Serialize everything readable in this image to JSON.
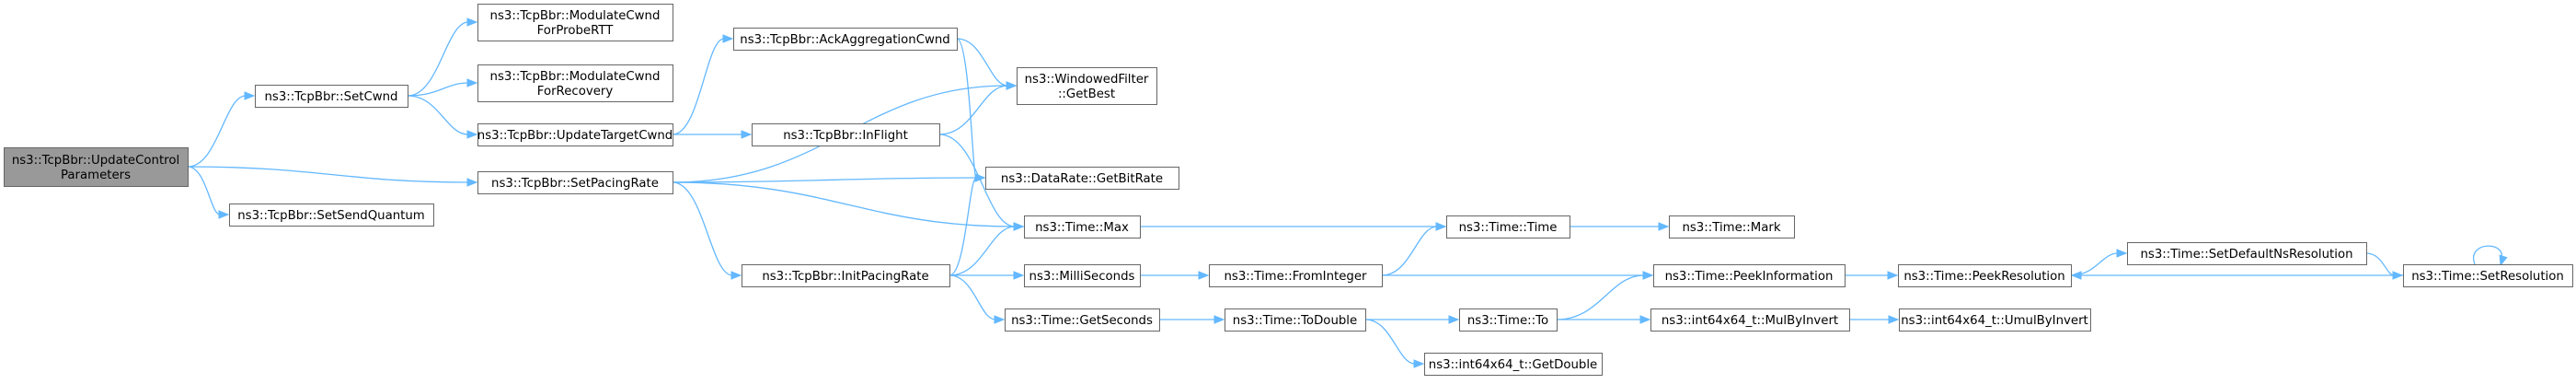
{
  "nodes": [
    {
      "id": "root",
      "lines": [
        "ns3::TcpBbr::UpdateControl",
        "Parameters"
      ],
      "root": true
    },
    {
      "id": "setcwnd",
      "lines": [
        "ns3::TcpBbr::SetCwnd"
      ]
    },
    {
      "id": "setpacing",
      "lines": [
        "ns3::TcpBbr::SetPacingRate"
      ]
    },
    {
      "id": "setsendq",
      "lines": [
        "ns3::TcpBbr::SetSendQuantum"
      ]
    },
    {
      "id": "modprobe",
      "lines": [
        "ns3::TcpBbr::ModulateCwnd",
        "ForProbeRTT"
      ]
    },
    {
      "id": "modrec",
      "lines": [
        "ns3::TcpBbr::ModulateCwnd",
        "ForRecovery"
      ]
    },
    {
      "id": "updtarget",
      "lines": [
        "ns3::TcpBbr::UpdateTargetCwnd"
      ]
    },
    {
      "id": "ackagg",
      "lines": [
        "ns3::TcpBbr::AckAggregationCwnd"
      ]
    },
    {
      "id": "inflight",
      "lines": [
        "ns3::TcpBbr::InFlight"
      ]
    },
    {
      "id": "initpacing",
      "lines": [
        "ns3::TcpBbr::InitPacingRate"
      ]
    },
    {
      "id": "winfilter",
      "lines": [
        "ns3::WindowedFilter",
        "::GetBest"
      ]
    },
    {
      "id": "getbitrate",
      "lines": [
        "ns3::DataRate::GetBitRate"
      ]
    },
    {
      "id": "timemax",
      "lines": [
        "ns3::Time::Max"
      ]
    },
    {
      "id": "milli",
      "lines": [
        "ns3::MilliSeconds"
      ]
    },
    {
      "id": "getseconds",
      "lines": [
        "ns3::Time::GetSeconds"
      ]
    },
    {
      "id": "fromint",
      "lines": [
        "ns3::Time::FromInteger"
      ]
    },
    {
      "id": "todouble",
      "lines": [
        "ns3::Time::ToDouble"
      ]
    },
    {
      "id": "timetime",
      "lines": [
        "ns3::Time::Time"
      ]
    },
    {
      "id": "timeto",
      "lines": [
        "ns3::Time::To"
      ]
    },
    {
      "id": "getdouble",
      "lines": [
        "ns3::int64x64_t::GetDouble"
      ]
    },
    {
      "id": "mark",
      "lines": [
        "ns3::Time::Mark"
      ]
    },
    {
      "id": "peekinfo",
      "lines": [
        "ns3::Time::PeekInformation"
      ]
    },
    {
      "id": "mulbyinv",
      "lines": [
        "ns3::int64x64_t::MulByInvert"
      ]
    },
    {
      "id": "peekres",
      "lines": [
        "ns3::Time::PeekResolution"
      ]
    },
    {
      "id": "umulbyinv",
      "lines": [
        "ns3::int64x64_t::UmulByInvert"
      ]
    },
    {
      "id": "setdefns",
      "lines": [
        "ns3::Time::SetDefaultNsResolution"
      ]
    },
    {
      "id": "setres",
      "lines": [
        "ns3::Time::SetResolution"
      ]
    }
  ],
  "edges": [
    [
      "root",
      "setcwnd"
    ],
    [
      "root",
      "setpacing"
    ],
    [
      "root",
      "setsendq"
    ],
    [
      "setcwnd",
      "modprobe"
    ],
    [
      "setcwnd",
      "modrec"
    ],
    [
      "setcwnd",
      "updtarget"
    ],
    [
      "updtarget",
      "ackagg"
    ],
    [
      "updtarget",
      "inflight"
    ],
    [
      "ackagg",
      "winfilter"
    ],
    [
      "ackagg",
      "getbitrate"
    ],
    [
      "inflight",
      "winfilter"
    ],
    [
      "inflight",
      "timemax"
    ],
    [
      "setpacing",
      "winfilter"
    ],
    [
      "setpacing",
      "getbitrate"
    ],
    [
      "setpacing",
      "timemax"
    ],
    [
      "setpacing",
      "initpacing"
    ],
    [
      "initpacing",
      "getbitrate"
    ],
    [
      "initpacing",
      "timemax"
    ],
    [
      "initpacing",
      "milli"
    ],
    [
      "initpacing",
      "getseconds"
    ],
    [
      "timemax",
      "timetime"
    ],
    [
      "milli",
      "fromint"
    ],
    [
      "getseconds",
      "todouble"
    ],
    [
      "fromint",
      "timetime"
    ],
    [
      "fromint",
      "peekinfo"
    ],
    [
      "timetime",
      "mark"
    ],
    [
      "todouble",
      "timeto"
    ],
    [
      "todouble",
      "getdouble"
    ],
    [
      "timeto",
      "peekinfo"
    ],
    [
      "timeto",
      "mulbyinv"
    ],
    [
      "peekinfo",
      "peekres"
    ],
    [
      "mulbyinv",
      "umulbyinv"
    ],
    [
      "peekres",
      "setdefns"
    ],
    [
      "setdefns",
      "setres"
    ],
    [
      "setres",
      "peekres"
    ],
    [
      "setres",
      "setres"
    ]
  ]
}
